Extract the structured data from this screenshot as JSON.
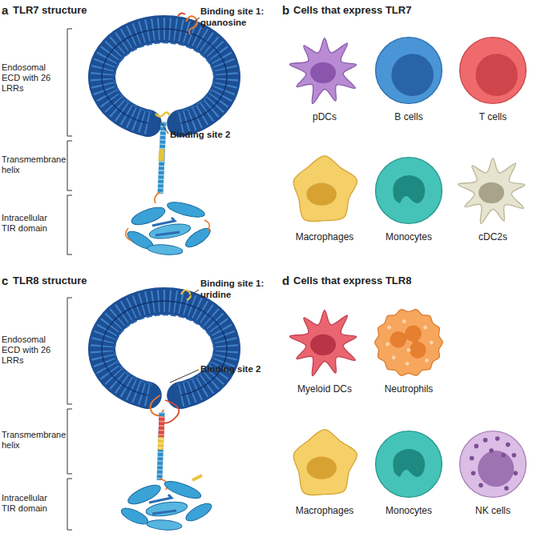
{
  "diagram": {
    "nodes": [
      {
        "text": [
          "pDCs"
        ]
      },
      {
        "text": [
          "B cells"
        ]
      },
      {
        "text": [
          "T cells"
        ]
      },
      {
        "text": [
          "Macrophages"
        ]
      },
      {
        "text": [
          "Monocytes"
        ]
      },
      {
        "text": [
          "cDC2s"
        ]
      },
      {
        "text": [
          "Myeloid DCs"
        ]
      },
      {
        "text": [
          "Neutrophils"
        ]
      },
      {
        "text": [
          "Macrophages"
        ]
      },
      {
        "text": [
          "Monocytes"
        ]
      },
      {
        "text": [
          "NK cells"
        ]
      }
    ],
    "labels": [
      "a",
      "TLR7 structure",
      "Binding site 1: guanosine",
      "Endosomal ECD with 26 LRRs",
      "Binding site 2",
      "Transmembrane helix",
      "Intracellular TIR domain",
      "b",
      "Cells that express TLR7",
      "c",
      "TLR8 structure",
      "Binding site 1: uridine",
      "Endosomal ECD with 26 LRRs",
      "Binding site 2",
      "Transmembrane helix",
      "Intracellular TIR domain",
      "d",
      "Cells that express TLR8"
    ]
  }
}
